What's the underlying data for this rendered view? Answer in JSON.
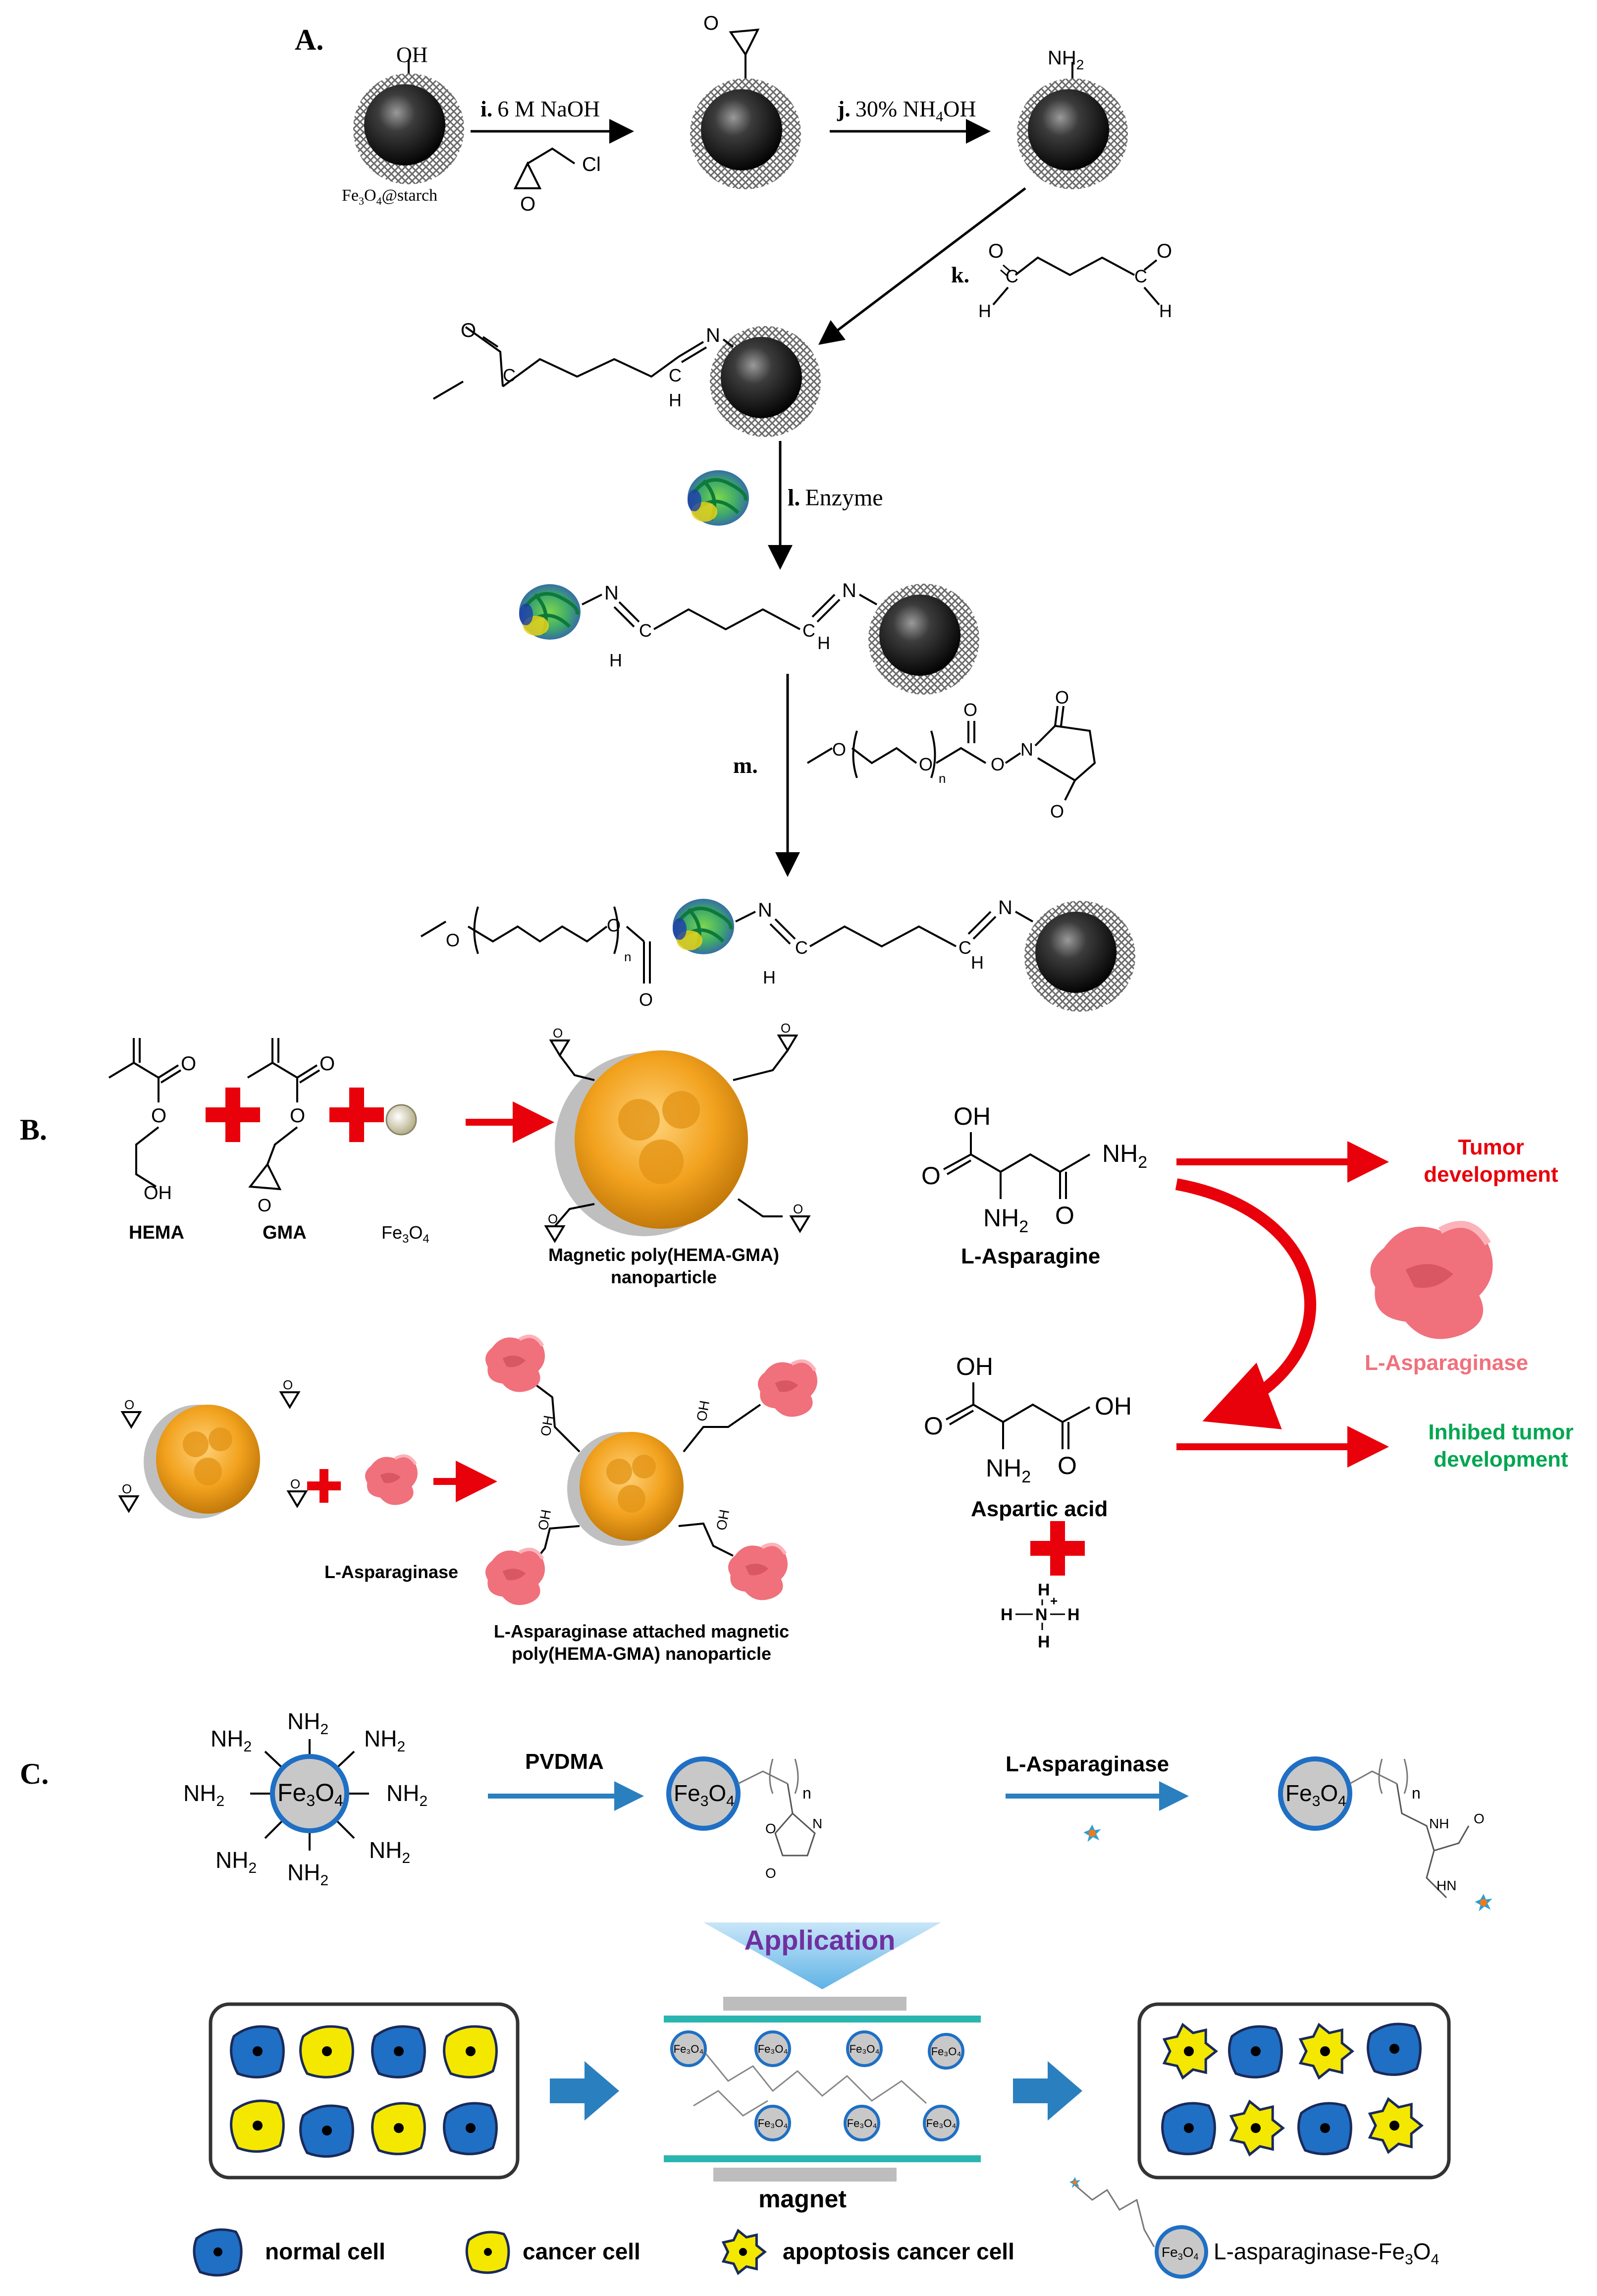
{
  "panels": {
    "A": {
      "label": "A.",
      "start_group": "OH",
      "start_caption_main": "Fe",
      "start_caption_sub3": "3",
      "start_caption_o": "O",
      "start_caption_sub4": "4",
      "start_caption_tail": "@starch",
      "step_i": "i.",
      "step_i_text": "6 M NaOH",
      "epi_cl": "Cl",
      "epi_o": "O",
      "epoxide_o": "O",
      "step_j": "j.",
      "step_j_text": "30% NH",
      "step_j_sub": "4",
      "step_j_tail": "OH",
      "amine_group": "NH",
      "amine_sub": "2",
      "step_k": "k.",
      "glut_o": "O",
      "glut_c": "C",
      "glut_h": "H",
      "imine_n": "N",
      "imine_c": "C",
      "imine_h": "H",
      "imine_o": "O",
      "step_l": "l.",
      "step_l_text": "Enzyme",
      "step_m": "m.",
      "peg_o": "O",
      "peg_n": "n",
      "peg_nhs_n": "N"
    },
    "B": {
      "label": "B.",
      "hema": "HEMA",
      "gma": "GMA",
      "fe3o4": "Fe",
      "fe3o4_sub3": "3",
      "fe3o4_o": "O",
      "fe3o4_sub4": "4",
      "particle_caption_1": "Magnetic poly(HEMA-GMA)",
      "particle_caption_2": "nanoparticle",
      "oh": "OH",
      "o": "O",
      "asparagine_nh2": "NH",
      "sub2": "2",
      "asparagine_label": "L-Asparagine",
      "tumor_1": "Tumor",
      "tumor_2": "development",
      "enzyme_label": "L-Asparaginase",
      "aspartic_label": "Aspartic acid",
      "inhibit_1": "Inhibed tumor",
      "inhibit_2": "development",
      "ammonium_h": "H",
      "ammonium_n": "N",
      "ammonium_plus": "+",
      "enzyme_small_label": "L-Asparaginase",
      "attached_caption_1": "L-Asparaginase attached magnetic",
      "attached_caption_2": "poly(HEMA-GMA) nanoparticle"
    },
    "C": {
      "label": "C.",
      "nh2": "NH",
      "sub2": "2",
      "fe": "Fe",
      "o": "O",
      "sub3": "3",
      "sub4": "4",
      "pvdma": "PVDMA",
      "asp_arrow": "L-Asparaginase",
      "n": "n",
      "nh": "NH",
      "hn": "HN",
      "ring_o": "O",
      "ring_n": "N",
      "application": "Application",
      "magnet": "magnet",
      "legend_normal": "normal cell",
      "legend_cancer": "cancer cell",
      "legend_apoptosis": "apoptosis cancer cell",
      "legend_conjugate": "L-asparaginase-Fe",
      "legend_conjugate_o": "O"
    }
  },
  "colors": {
    "red": "#e8000b",
    "green": "#00a651",
    "enzyme_pink": "#f0707c",
    "orange": "#f2a21e",
    "blue_arrow": "#2a7fbf",
    "purple": "#7030a0",
    "normal_cell": "#1f6fc4",
    "cancer_cell": "#f4e800"
  }
}
